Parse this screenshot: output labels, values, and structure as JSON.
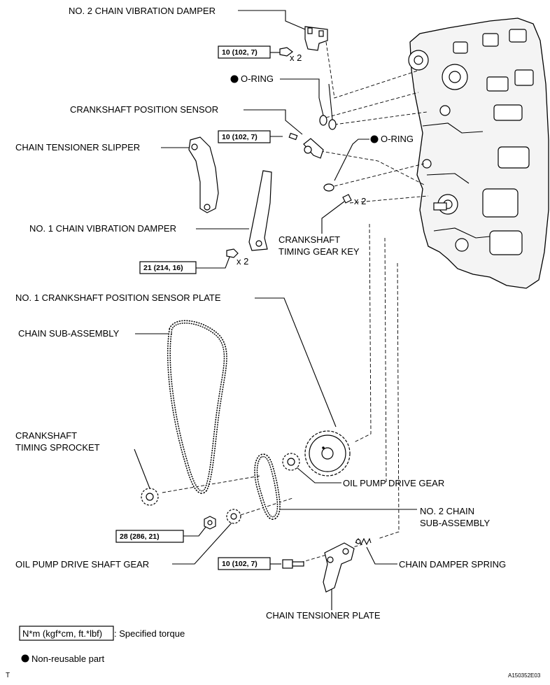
{
  "labels": {
    "no2_damper": "NO. 2 CHAIN VIBRATION DAMPER",
    "oring_top": "O-RING",
    "crank_sensor": "CRANKSHAFT POSITION SENSOR",
    "oring_mid": "O-RING",
    "tensioner_slipper": "CHAIN TENSIONER SLIPPER",
    "no1_damper": "NO. 1 CHAIN VIBRATION DAMPER",
    "gear_key_1": "CRANKSHAFT",
    "gear_key_2": "TIMING GEAR KEY",
    "sensor_plate": "NO. 1 CRANKSHAFT POSITION SENSOR PLATE",
    "chain_sub": "CHAIN SUB-ASSEMBLY",
    "sprocket_1": "CRANKSHAFT",
    "sprocket_2": "TIMING SPROCKET",
    "pump_gear": "OIL PUMP DRIVE GEAR",
    "no2_chain_1": "NO. 2 CHAIN",
    "no2_chain_2": "SUB-ASSEMBLY",
    "pump_shaft_gear": "OIL PUMP DRIVE SHAFT GEAR",
    "damper_spring": "CHAIN DAMPER SPRING",
    "tensioner_plate": "CHAIN TENSIONER PLATE"
  },
  "torques": {
    "t1": "10 (102, 7)",
    "t2": "10 (102, 7)",
    "t3": "21 (214, 16)",
    "t4": "28 (286, 21)",
    "t5": "10 (102, 7)"
  },
  "qty": {
    "q1": "x 2",
    "q2": "x 2",
    "q3": "x 2"
  },
  "legend": {
    "torque_box": "N*m (kgf*cm, ft.*lbf)",
    "torque_desc": ": Specified torque",
    "nonreusable": "Non-reusable part"
  },
  "corner": {
    "left": "T",
    "code": "A150352E03"
  },
  "icons": {
    "nonreusable": "filled-circle-icon"
  }
}
